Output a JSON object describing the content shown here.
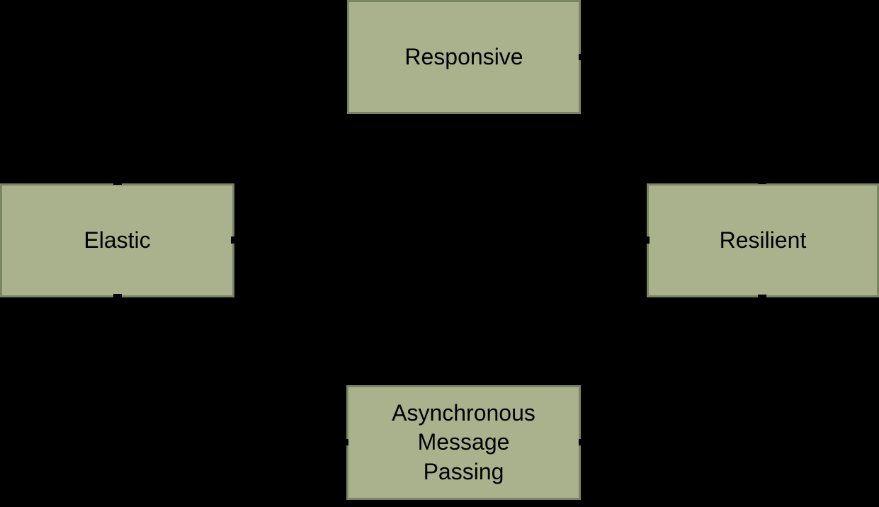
{
  "diagram": {
    "colors": {
      "background": "#000000",
      "box_fill": "#a9b28d",
      "box_border": "#7a8662",
      "text": "#000000"
    },
    "nodes": [
      {
        "id": "responsive",
        "label": "Responsive"
      },
      {
        "id": "elastic",
        "label": "Elastic"
      },
      {
        "id": "resilient",
        "label": "Resilient"
      },
      {
        "id": "async",
        "label": "Asynchronous\nMessage\nPassing"
      }
    ]
  }
}
